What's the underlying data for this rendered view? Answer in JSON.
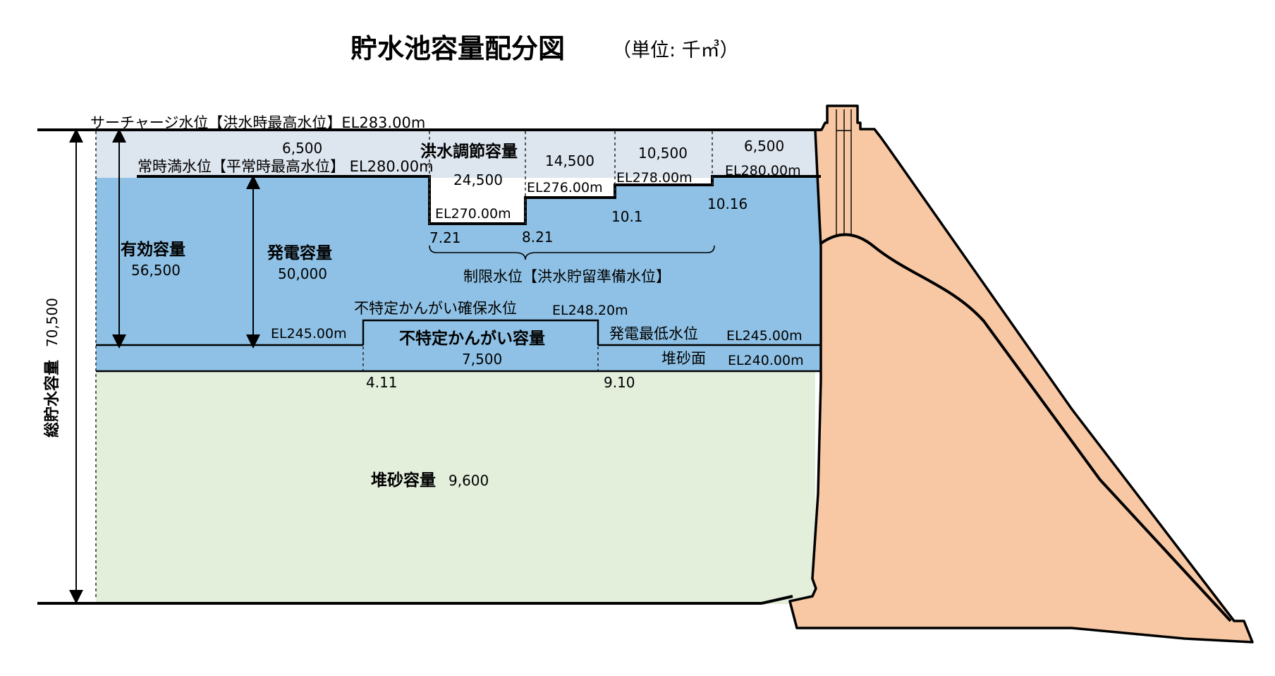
{
  "title": "貯水池容量配分図",
  "unit": "（単位: 千㎥）",
  "labels": {
    "surcharge": "サーチャージ水位【洪水時最高水位】EL283.00m",
    "normal_full": "常時満水位【平常時最高水位】 EL280.00m",
    "flood_control": "洪水調節容量",
    "flood_vol_1": "6,500",
    "flood_vol_2": "24,500",
    "flood_vol_3": "14,500",
    "flood_vol_4": "10,500",
    "flood_vol_5": "6,500",
    "el_270": "EL270.00m",
    "el_276": "EL276.00m",
    "el_278": "EL278.00m",
    "el_280_right": "EL280.00m",
    "date_721": "7.21",
    "date_821": "8.21",
    "date_101": "10.1",
    "date_1016": "10.16",
    "restricted_level": "制限水位【洪水貯留準備水位】",
    "effective_capacity": "有効容量",
    "effective_value": "56,500",
    "power_capacity": "発電容量",
    "power_value": "50,000",
    "irrigation_level": "不特定かんがい確保水位",
    "irrigation_el": "EL248.20m",
    "el_245_left": "EL245.00m",
    "irrigation_capacity": "不特定かんがい容量",
    "irrigation_value": "7,500",
    "power_min_level": "発電最低水位",
    "el_245_right": "EL245.00m",
    "sediment_surface": "堆砂面",
    "el_240": "EL240.00m",
    "date_411": "4.11",
    "date_910": "9.10",
    "sediment_capacity": "堆砂容量",
    "sediment_value": "9,600",
    "total_capacity": "総貯水容量",
    "total_value": "70,500"
  },
  "colors": {
    "flood_zone": "#dde5ef",
    "water_zone": "#8ec1e5",
    "sediment_zone": "#e3eedb",
    "dam_body": "#f8c8a4"
  }
}
